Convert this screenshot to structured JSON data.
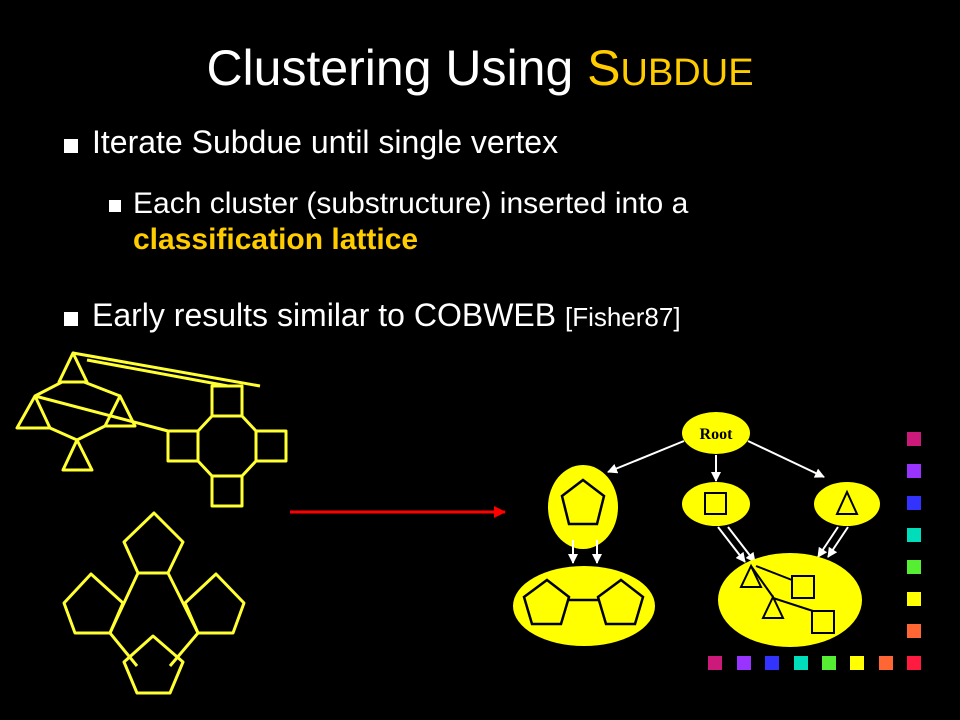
{
  "slide": {
    "title_prefix": "Clustering Using ",
    "title_accent_first": "S",
    "title_accent_rest": "UBDUE",
    "bullets": [
      {
        "text": "Iterate Subdue until single vertex"
      },
      {
        "text_line1": "Each cluster (substructure) inserted into a",
        "text_line2": "classification lattice"
      },
      {
        "text": "Early results similar to COBWEB ",
        "cite": "[Fisher87]"
      }
    ]
  },
  "lattice": {
    "root_label": "Root"
  },
  "colors": {
    "background": "#000000",
    "text": "#ffffff",
    "accent": "#ffcc00",
    "shape_stroke": "#ffff33",
    "node_fill": "#ffff00",
    "arrow": "#ff0000",
    "swatches": [
      "#cc1a7a",
      "#9933ff",
      "#3333ff",
      "#00ddbb",
      "#55ee33",
      "#ffff00",
      "#ff6633",
      "#ff1a40"
    ]
  }
}
